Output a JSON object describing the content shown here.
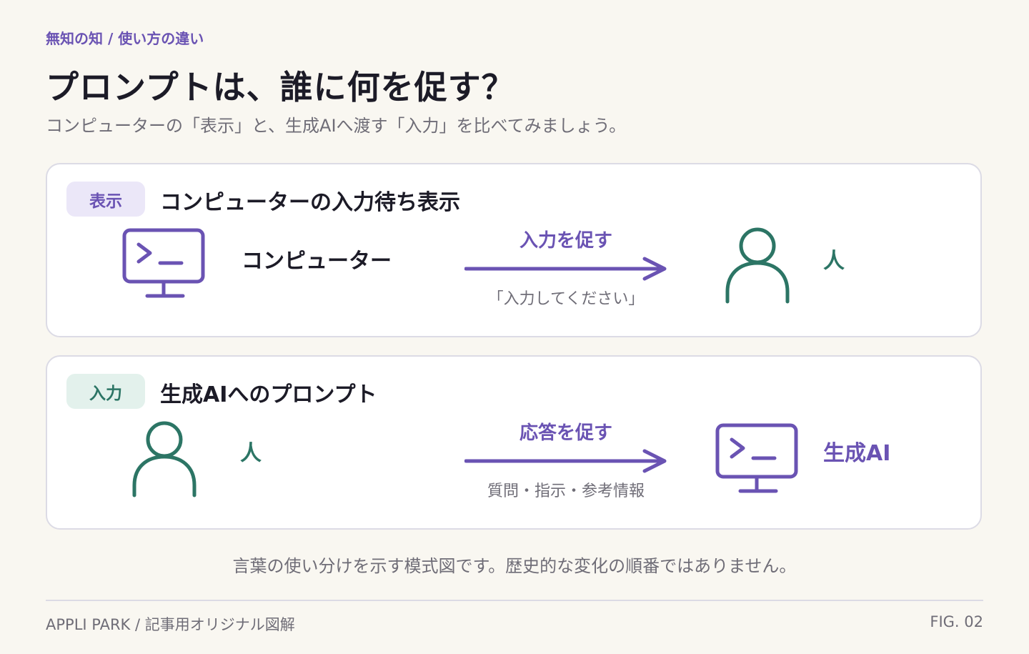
{
  "header": {
    "eyebrow": "無知の知 / 使い方の違い",
    "title": "プロンプトは、誰に何を促す？",
    "subtitle": "コンピューターの「表示」と、生成AIへ渡す「入力」を比べてみましょう。"
  },
  "panel_display": {
    "badge": "表示",
    "title": "コンピューターの入力待ち表示",
    "source_label": "コンピューター",
    "arrow_top": "入力を促す",
    "arrow_bottom": "「入力してください」",
    "target_label": "人"
  },
  "panel_input": {
    "badge": "入力",
    "title": "生成AIへのプロンプト",
    "source_label": "人",
    "arrow_top": "応答を促す",
    "arrow_bottom": "質問・指示・参考情報",
    "target_label": "生成AI"
  },
  "note": "言葉の使い分けを示す模式図です。歴史的な変化の順番ではありません。",
  "footer": {
    "left": "APPLI PARK / 記事用オリジナル図解",
    "right": "FIG. 02"
  },
  "colors": {
    "purple": "#6a53b3",
    "green": "#2c7565",
    "background": "#f9f7f1"
  },
  "icons": [
    "computer-terminal-icon",
    "person-icon",
    "arrow-right-icon"
  ]
}
